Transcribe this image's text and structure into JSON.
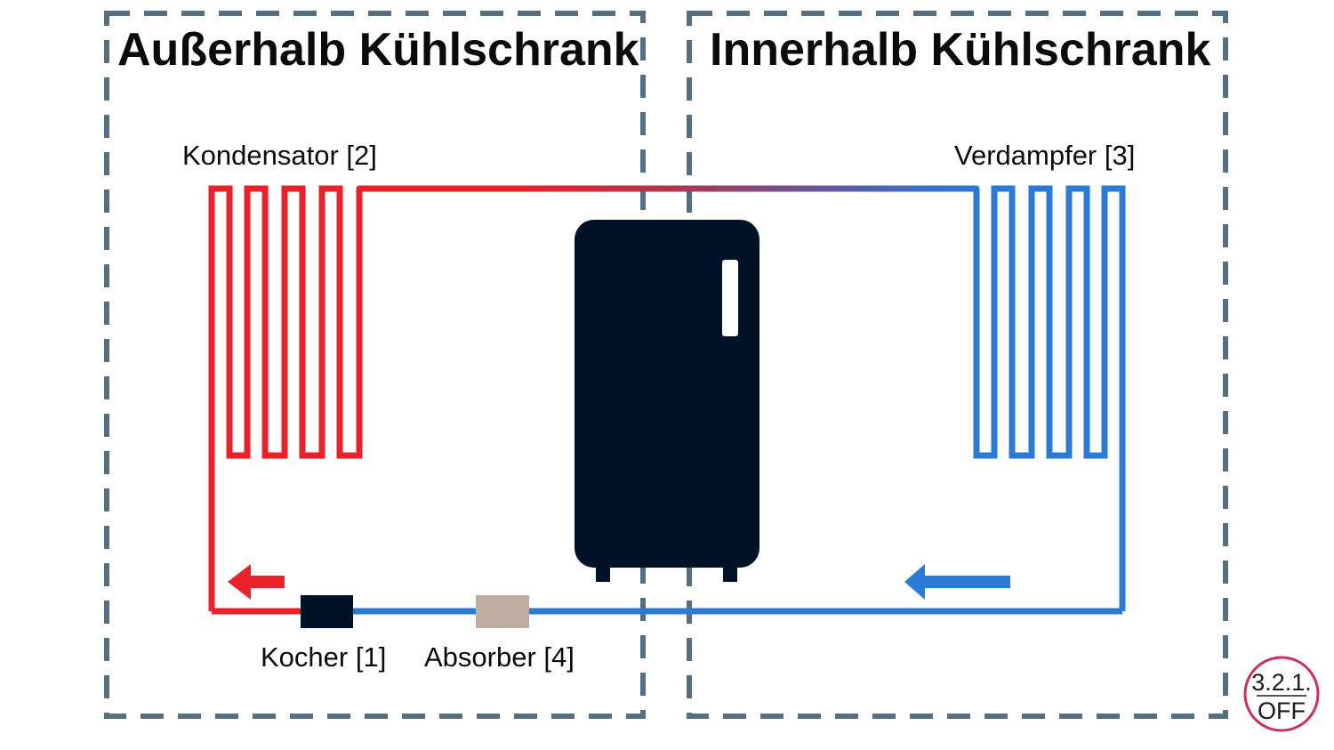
{
  "headings": {
    "outside": "Außerhalb Kühlschrank",
    "inside": "Innerhalb Kühlschrank"
  },
  "labels": {
    "condenser": "Kondensator [2]",
    "evaporator": "Verdampfer [3]",
    "boiler": "Kocher [1]",
    "absorber": "Absorber [4]"
  },
  "logo": {
    "line1": "3.2.1.",
    "line2": "OFF"
  },
  "colors": {
    "hot": "#e8212a",
    "cold": "#2b7bd6",
    "zone_border": "#566f80",
    "fridge": "#001227",
    "absorber": "#bfaca1",
    "logo_ring": "#c8325e"
  },
  "icons": {
    "fridge": "refrigerator-icon",
    "flow_hot": "arrow-left-icon",
    "flow_cold": "arrow-left-icon"
  }
}
